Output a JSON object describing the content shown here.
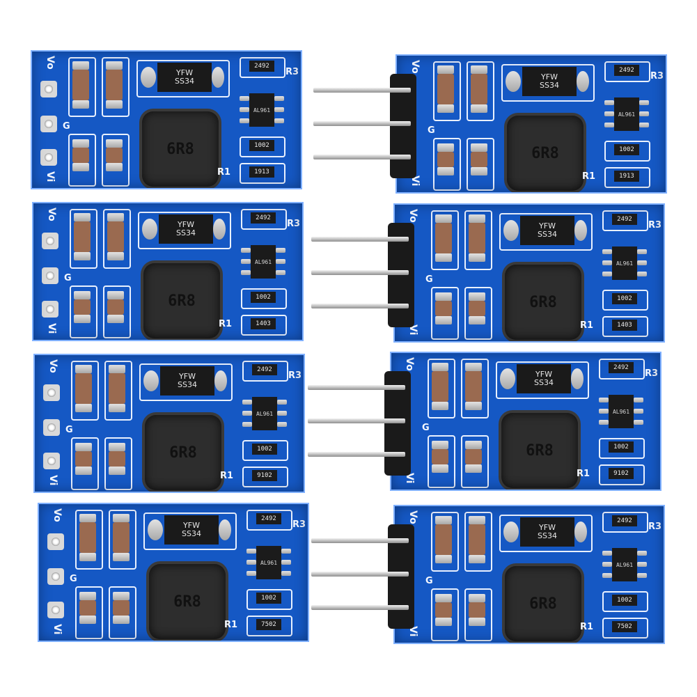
{
  "board_text": {
    "label_r3": "R3",
    "label_r1": "R1",
    "label_vo": "Vo",
    "label_vi": "Vi",
    "label_g": "G",
    "diode_line1": "YFW",
    "diode_line2": "SS34",
    "ic_code": "AL961",
    "inductor_code": "6R8",
    "res_r3": "2492",
    "res_r2": "1002"
  },
  "boards": [
    {
      "r1": "1913",
      "header": false
    },
    {
      "r1": "1913",
      "header": true
    },
    {
      "r1": "1403",
      "header": false
    },
    {
      "r1": "1403",
      "header": true
    },
    {
      "r1": "9102",
      "header": false
    },
    {
      "r1": "9102",
      "header": true
    },
    {
      "r1": "7502",
      "header": false
    },
    {
      "r1": "7502",
      "header": true
    }
  ],
  "colors": {
    "pcb": "#1558c4",
    "background": "#ffffff"
  }
}
